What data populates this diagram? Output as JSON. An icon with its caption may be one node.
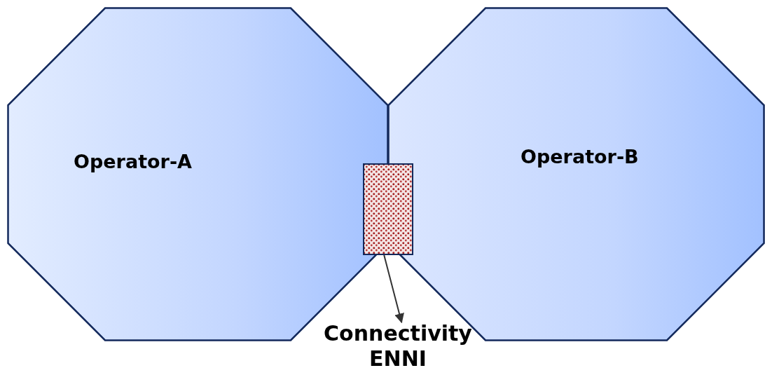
{
  "diagram": {
    "nodes": [
      {
        "text": [
          "Operator-A"
        ]
      },
      {
        "text": [
          "Operator-B"
        ]
      },
      {
        "text": [],
        "shape": "box"
      },
      {
        "text": [
          "Connectivity ENNI"
        ]
      }
    ],
    "edges": [
      {
        "from": 2,
        "to": 3,
        "arrow": "to"
      }
    ]
  }
}
